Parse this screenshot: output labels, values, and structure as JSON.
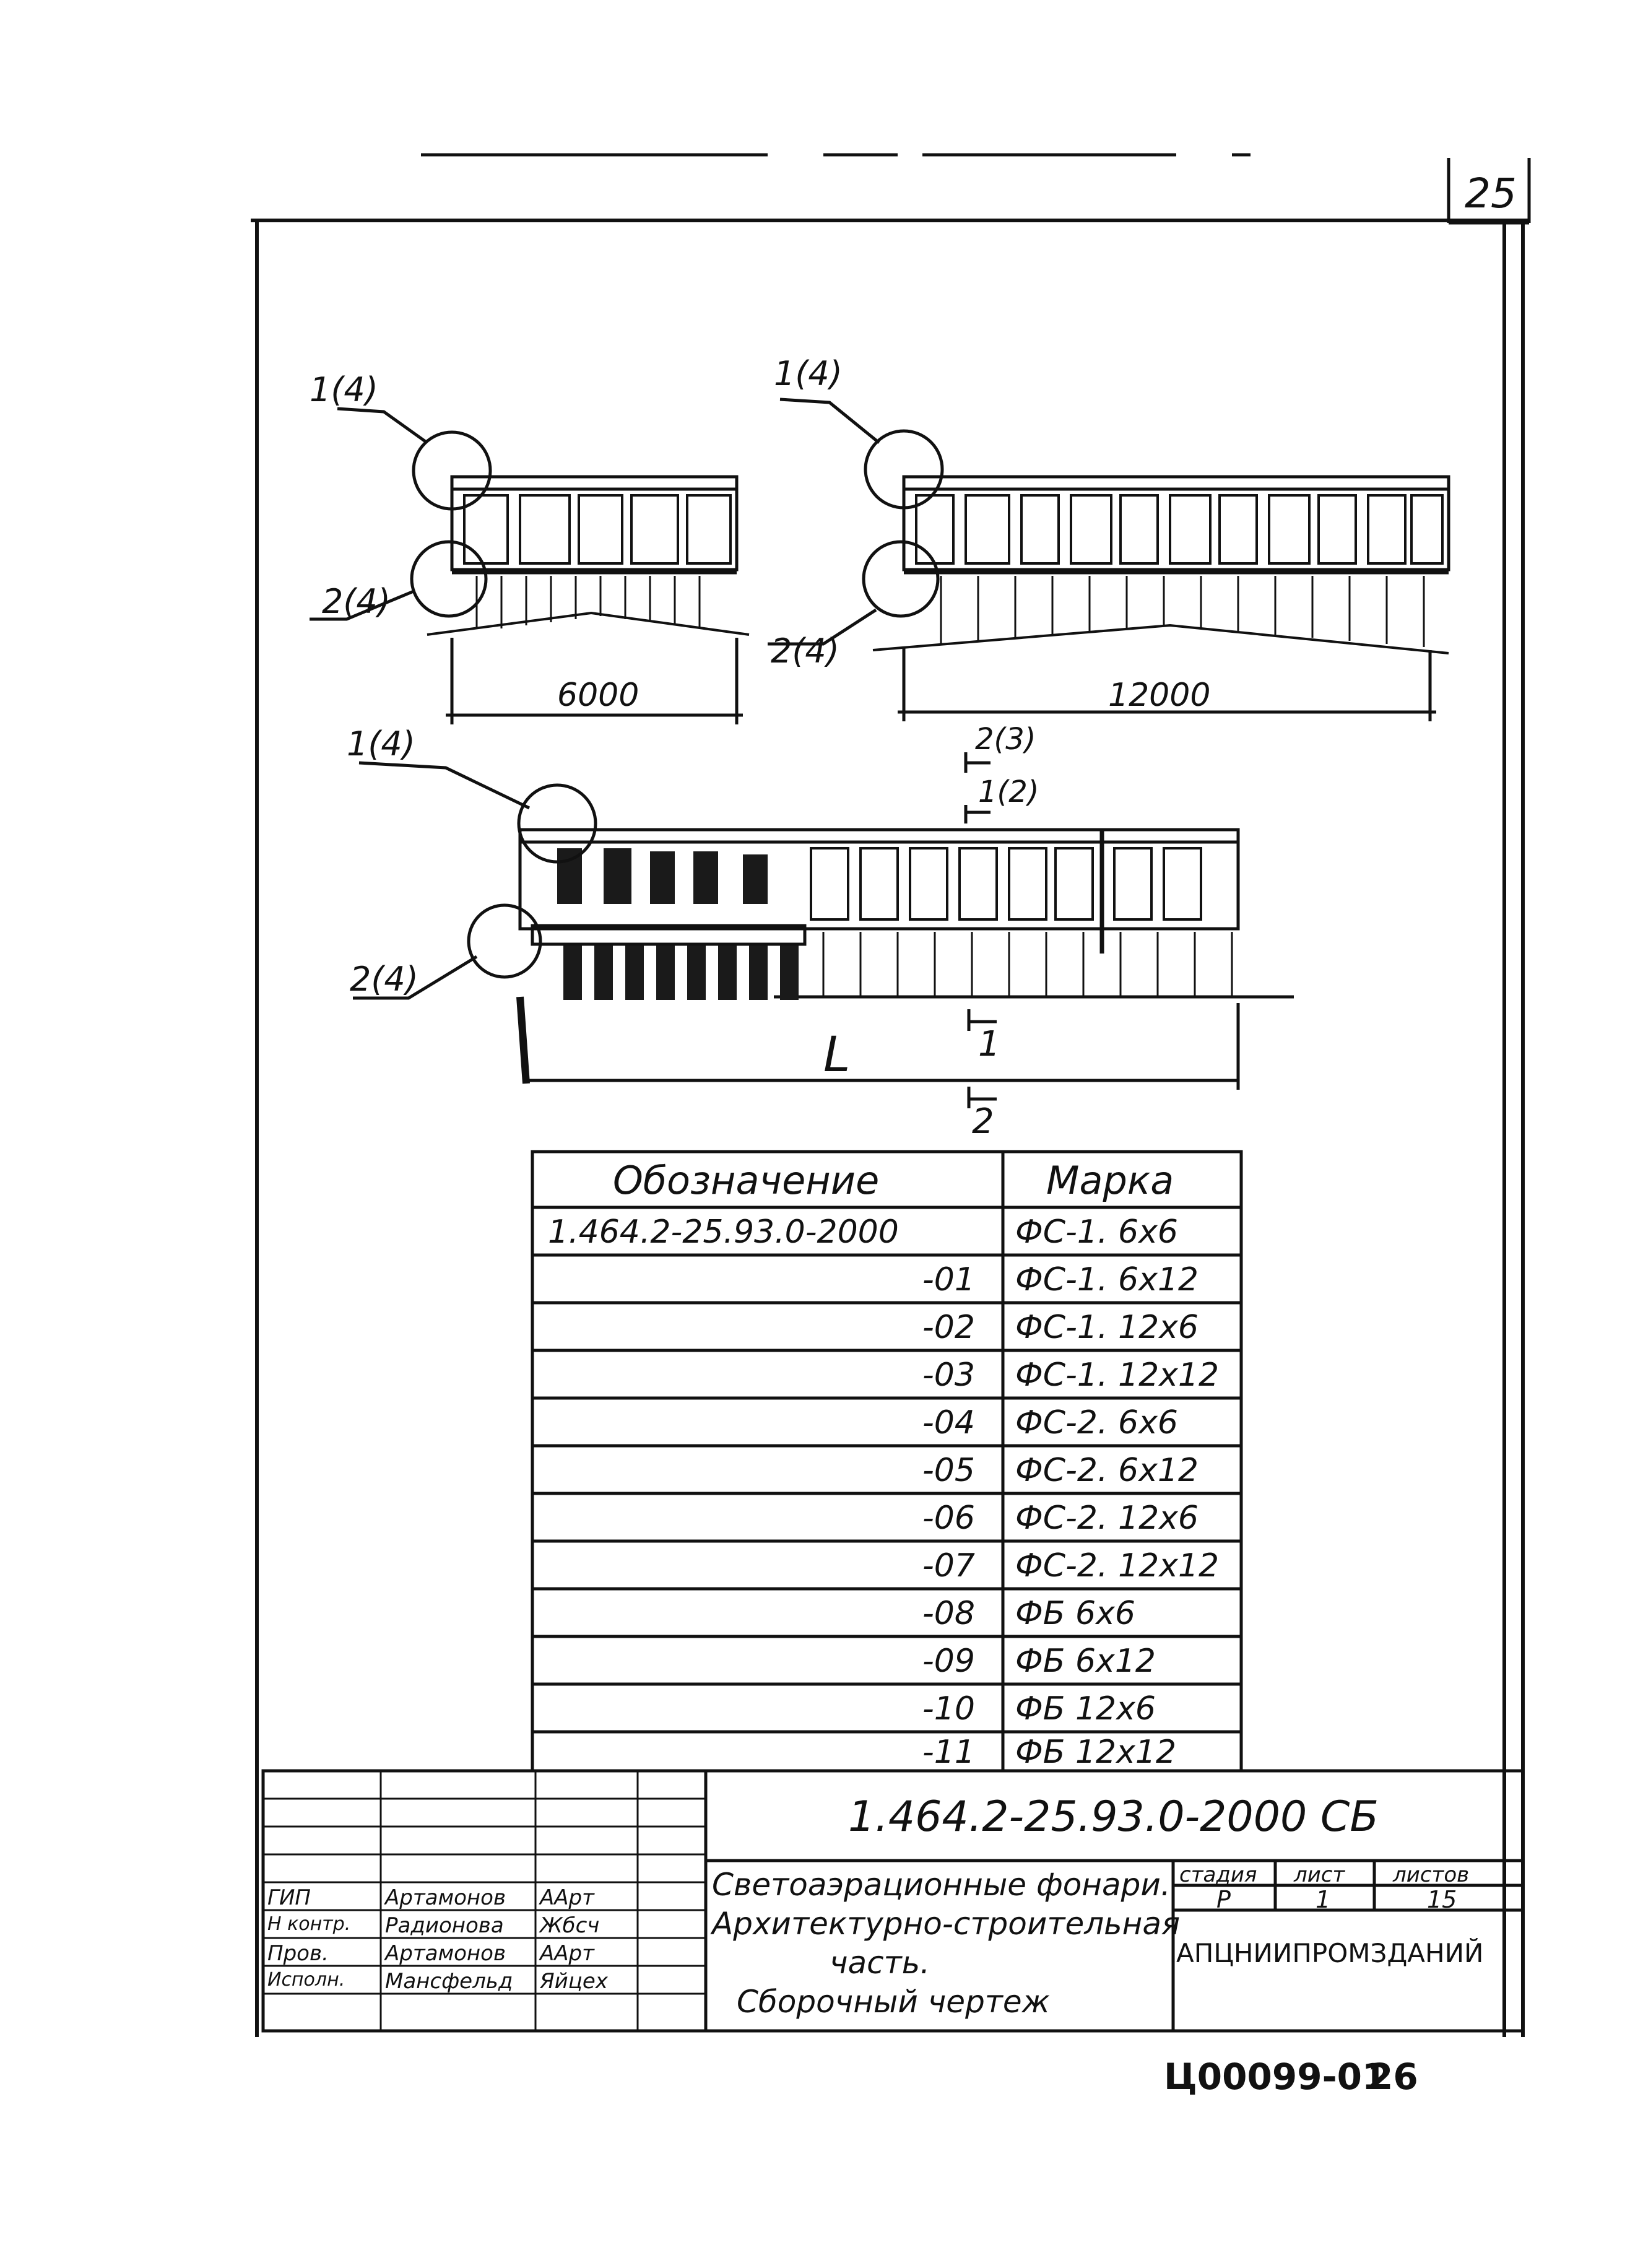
{
  "sheet_number": "25",
  "drawing": {
    "top_left": {
      "callouts": [
        "1(4)",
        "2(4)"
      ],
      "dimension": "6000"
    },
    "top_right": {
      "callouts": [
        "1(4)",
        "2(4)"
      ],
      "dimension": "12000"
    },
    "bottom": {
      "callouts": [
        "1(4)",
        "2(4)"
      ],
      "section_marks": [
        "2(3)",
        "1(2)",
        "1",
        "2"
      ],
      "dimension": "L"
    }
  },
  "spec_table": {
    "headers": [
      "Обозначение",
      "Марка"
    ],
    "rows": [
      {
        "designation": "1.464.2-25.93.0-2000",
        "mark": "ФС-1. 6х6"
      },
      {
        "designation": "-01",
        "mark": "ФС-1. 6х12"
      },
      {
        "designation": "-02",
        "mark": "ФС-1. 12х6"
      },
      {
        "designation": "-03",
        "mark": "ФС-1. 12х12"
      },
      {
        "designation": "-04",
        "mark": "ФС-2. 6х6"
      },
      {
        "designation": "-05",
        "mark": "ФС-2. 6х12"
      },
      {
        "designation": "-06",
        "mark": "ФС-2. 12х6"
      },
      {
        "designation": "-07",
        "mark": "ФС-2. 12х12"
      },
      {
        "designation": "-08",
        "mark": "ФБ   6х6"
      },
      {
        "designation": "-09",
        "mark": "ФБ   6х12"
      },
      {
        "designation": "-10",
        "mark": "ФБ   12х6"
      },
      {
        "designation": "-11",
        "mark": "ФБ   12х12"
      }
    ]
  },
  "title_block": {
    "doc_code": "1.464.2-25.93.0-2000 СБ",
    "title_lines": [
      "Светоаэрационные фонари.",
      "Архитектурно-строительная",
      "часть.",
      "Сборочный чертеж"
    ],
    "stage_label": "стадия",
    "sheet_label": "лист",
    "sheets_label": "листов",
    "stage": "Р",
    "sheet": "1",
    "sheets": "15",
    "organization": "АПЦНИИПРОМЗДАНИЙ",
    "signatures": [
      {
        "role": "ГИП",
        "name": "Артамонов",
        "sign": "ААрт"
      },
      {
        "role": "Н контр.",
        "name": "Радионова",
        "sign": "Жбсч"
      },
      {
        "role": "Пров.",
        "name": "Артамонов",
        "sign": "ААрт"
      },
      {
        "role": "Исполн.",
        "name": "Мансфельд",
        "sign": "Яйцех"
      }
    ]
  },
  "footer": {
    "inventory": "Ц00099-01",
    "page": "26"
  }
}
